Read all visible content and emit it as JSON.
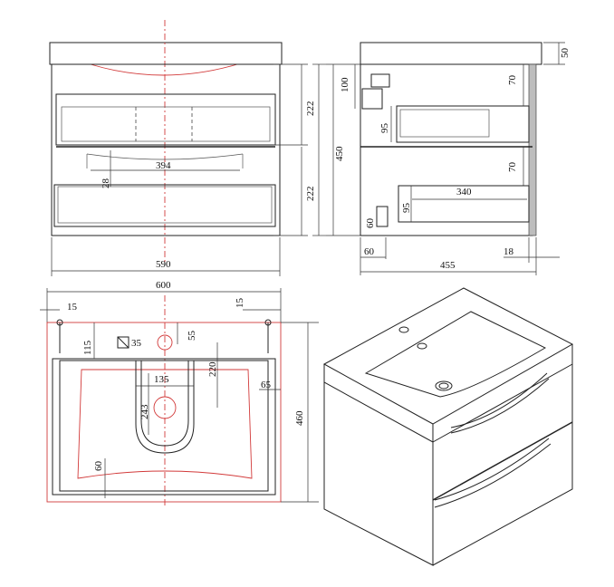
{
  "dimensions": {
    "front_top_drawer_height": "222",
    "front_bottom_drawer_height": "222",
    "front_total_height": "450",
    "front_handle_width": "394",
    "front_handle_depth": "28",
    "front_width": "590",
    "side_basin_thickness": "50",
    "side_tap_height": "100",
    "side_top_gap": "70",
    "side_top_drawer_inner_height": "95",
    "side_mid_gap": "70",
    "side_bottom_drawer_inner_height": "95",
    "side_drawer_depth": "340",
    "side_bottom_gap": "60",
    "side_back_offset": "60",
    "side_wall_thickness": "18",
    "side_total_depth": "455",
    "top_width": "600",
    "top_left_margin": "15",
    "top_right_margin": "15",
    "top_front_offset": "115",
    "top_tap_hole_diameter": "35",
    "top_tap_offset": "55",
    "top_cutout_depth": "220",
    "top_cutout_width": "135",
    "top_cutout_side": "65",
    "top_cutout_radius": "243",
    "top_front_margin": "60",
    "top_depth": "460"
  }
}
